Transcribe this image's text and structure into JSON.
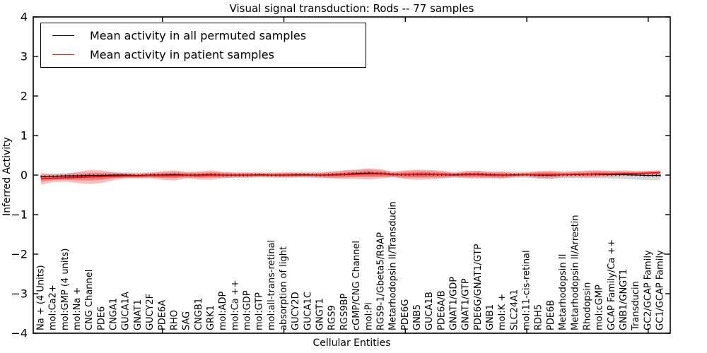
{
  "figure": {
    "title": "Visual signal transduction: Rods -- 77 samples",
    "xlabel": "Cellular Entities",
    "ylabel": "Inferred Activity"
  },
  "legend": {
    "items": [
      {
        "label": "Mean activity in all permuted samples",
        "color": "#000000"
      },
      {
        "label": "Mean activity in patient samples",
        "color": "#ff0000"
      }
    ]
  },
  "colors": {
    "permuted_line": "#000000",
    "patient_line": "#ff0000",
    "permuted_band": "rgba(0,0,0,0.15)",
    "patient_band_outer": "rgba(255,0,0,0.25)",
    "patient_band_inner": "rgba(255,0,0,0.30)",
    "axis": "#000000"
  },
  "chart_data": {
    "type": "line",
    "title": "Visual signal transduction: Rods -- 77 samples",
    "xlabel": "Cellular Entities",
    "ylabel": "Inferred Activity",
    "ylim": [
      -4,
      4
    ],
    "yticks": [
      4,
      3,
      2,
      1,
      0,
      -1,
      -2,
      -3,
      -4
    ],
    "xtick_marks_at_indices": [
      10,
      20,
      30,
      40,
      50
    ],
    "grid": false,
    "legend_position": "upper left",
    "categories": [
      "Na + (4 Units)",
      "mol:Ca2+",
      "mol:GMP (4 units)",
      "mol:Na +",
      "CNG Channel",
      "PDE6",
      "CNGA1",
      "GUCA1A",
      "GNAT1",
      "GUCY2F",
      "PDE6A",
      "RHO",
      "SAG",
      "CNGB1",
      "GRK1",
      "mol:ADP",
      "mol:Ca ++",
      "mol:GDP",
      "mol:GTP",
      "mol:all-trans-retinal",
      "absorption of light",
      "GUCY2D",
      "GUCA1C",
      "GNGT1",
      "RGS9",
      "RGS9BP",
      "cGMP/CNG Channel",
      "mol:Pi",
      "RGS9-1/Gbeta5/R9AP",
      "Metarhodopsin II/Transducin",
      "PDE6G",
      "GNB5",
      "GUCA1B",
      "PDE6A/B",
      "GNAT1/GDP",
      "GNAT1/GTP",
      "PDE6G/GNAT1/GTP",
      "GNB1",
      "mol:K +",
      "SLC24A1",
      "mol:11-cis-retinal",
      "RDH5",
      "PDE6B",
      "Metarhodopsin II",
      "Metarhodopsin II/Arrestin",
      "Rhodopsin",
      "mol:cGMP",
      "GCAP Family/Ca ++",
      "GNB1/GNGT1",
      "Transducin",
      "GC2/GCAP Family",
      "GC1/GCAP Family"
    ],
    "series": [
      {
        "name": "Mean activity in all permuted samples",
        "color": "#000000",
        "values": [
          -0.04,
          -0.03,
          -0.02,
          -0.02,
          -0.01,
          -0.01,
          0,
          0,
          -0.01,
          0,
          0,
          0.01,
          0,
          0,
          0.01,
          0,
          0,
          0,
          0.01,
          0,
          0,
          0.01,
          0.01,
          0,
          0.01,
          0.02,
          0.04,
          0.05,
          0.04,
          0.02,
          0.01,
          0.02,
          0.02,
          0.01,
          0.01,
          0.02,
          0.02,
          0.01,
          0,
          0.01,
          0.01,
          0,
          0,
          0.01,
          0.01,
          0.02,
          0.02,
          0.01,
          0.01,
          0,
          -0.01,
          -0.01
        ]
      },
      {
        "name": "Mean activity in patient samples",
        "color": "#ff0000",
        "values": [
          -0.09,
          -0.08,
          -0.07,
          -0.06,
          -0.05,
          -0.04,
          -0.03,
          -0.02,
          -0.02,
          -0.01,
          -0.01,
          -0.01,
          0,
          -0.01,
          0,
          0,
          0,
          0,
          0,
          0,
          0,
          0,
          0,
          0,
          0,
          0.01,
          0.02,
          0.03,
          0.03,
          0.01,
          0.01,
          0.01,
          0.01,
          0.01,
          0,
          0.01,
          0.01,
          0,
          0,
          0,
          0.01,
          0.01,
          0.01,
          0.01,
          0.02,
          0.02,
          0.03,
          0.03,
          0.04,
          0.04,
          0.05,
          0.06
        ]
      }
    ],
    "bands": [
      {
        "name": "permuted samples spread",
        "center_series": 0,
        "halfwidths": [
          0.06,
          0.07,
          0.07,
          0.08,
          0.08,
          0.08,
          0.07,
          0.07,
          0.07,
          0.07,
          0.07,
          0.08,
          0.07,
          0.07,
          0.07,
          0.07,
          0.07,
          0.07,
          0.07,
          0.07,
          0.07,
          0.07,
          0.08,
          0.08,
          0.08,
          0.09,
          0.09,
          0.1,
          0.09,
          0.08,
          0.09,
          0.09,
          0.09,
          0.08,
          0.08,
          0.08,
          0.08,
          0.08,
          0.08,
          0.08,
          0.08,
          0.09,
          0.09,
          0.09,
          0.09,
          0.1,
          0.1,
          0.1,
          0.11,
          0.11,
          0.12,
          0.12
        ]
      },
      {
        "name": "patient samples spread",
        "center_series": 1,
        "halfwidths": [
          0.15,
          0.1,
          0.1,
          0.14,
          0.18,
          0.16,
          0.1,
          0.07,
          0.06,
          0.07,
          0.11,
          0.13,
          0.08,
          0.1,
          0.12,
          0.08,
          0.06,
          0.06,
          0.05,
          0.05,
          0.06,
          0.06,
          0.05,
          0.06,
          0.09,
          0.11,
          0.12,
          0.14,
          0.12,
          0.06,
          0.11,
          0.13,
          0.12,
          0.1,
          0.05,
          0.09,
          0.1,
          0.08,
          0.09,
          0.05,
          0.05,
          0.09,
          0.1,
          0.06,
          0.07,
          0.08,
          0.08,
          0.07,
          0.06,
          0.05,
          0.05,
          0.06
        ]
      }
    ]
  }
}
